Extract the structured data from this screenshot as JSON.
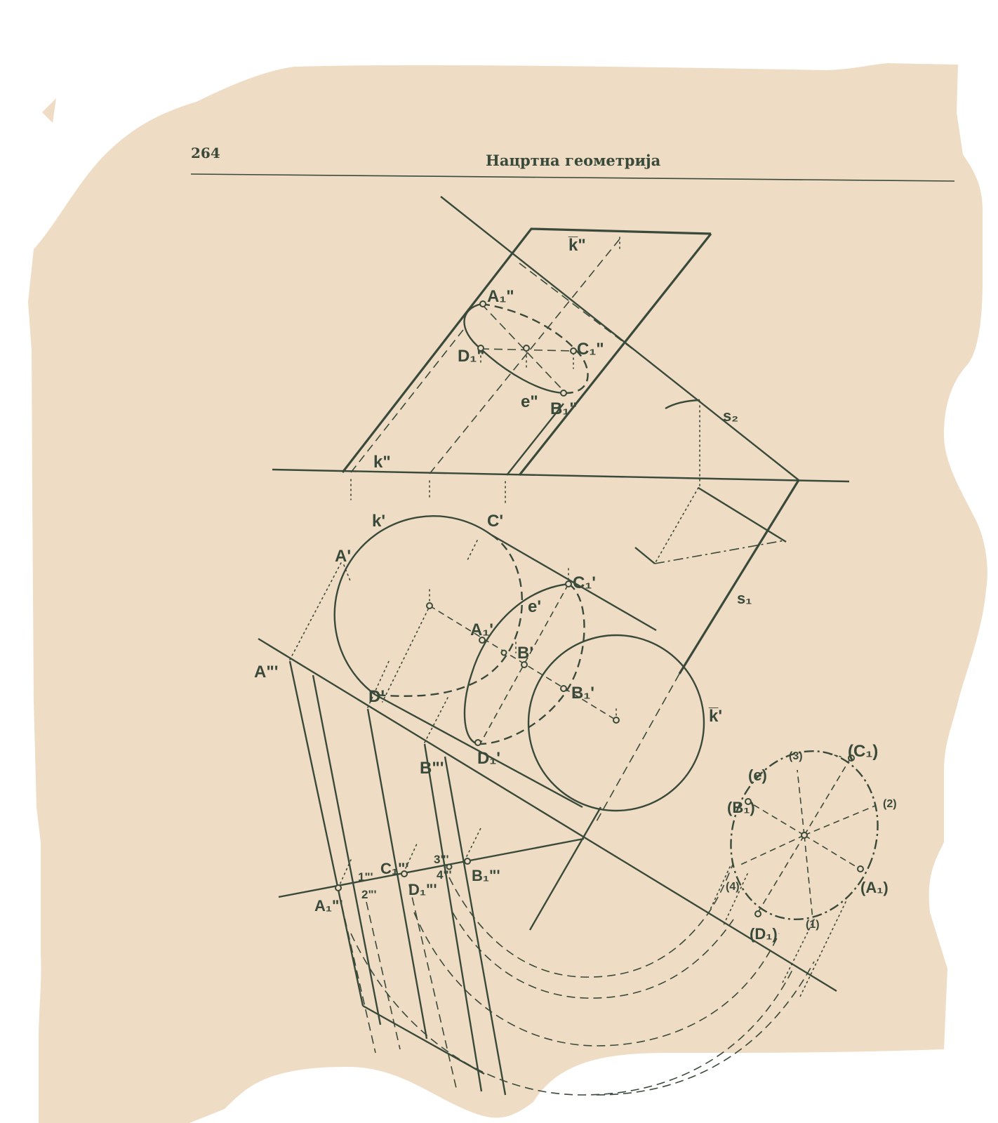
{
  "page": {
    "number": "264",
    "running_title": "Нацртна геометрија",
    "paper_color": "#efdcc4",
    "ink_color": "#3a4a3a",
    "background_color": "#ffffff"
  },
  "labels": {
    "front_view": {
      "k_bar_2": "k̅\"",
      "A1_2": "A₁\"",
      "C1_2": "C₁\"",
      "D1_2": "D₁\"",
      "B1_2": "B₁\"",
      "e_2": "e\"",
      "k_2": "k\"",
      "s2": "s₂"
    },
    "top_view": {
      "k_1": "k'",
      "C_1": "C'",
      "A_1": "A'",
      "C1_1": "C₁'",
      "e_1": "e'",
      "A1_1": "A₁'",
      "B_1": "B'",
      "D_1": "D'",
      "B1_1": "B₁'",
      "D1_1": "D₁'",
      "k_bar_1": "k̅'",
      "s1": "s₁"
    },
    "side_view": {
      "A_3": "A\"'",
      "B_3": "B\"'",
      "A1_3": "A₁\"'",
      "n1_3": "1\"'",
      "n2_3": "2\"'",
      "C1_3": "C₁\"'",
      "D1_3": "D₁\"'",
      "n3_3": "3\"'",
      "n4_3": "4\"'",
      "B1_3": "B₁\"'"
    },
    "rotated_view": {
      "n3": "(3)",
      "C1": "(C₁)",
      "e": "(e)",
      "B1": "(B₁)",
      "n2": "(2)",
      "n4": "(4)",
      "A1": "(A₁)",
      "D1": "(D₁)",
      "n1": "(1)"
    }
  }
}
